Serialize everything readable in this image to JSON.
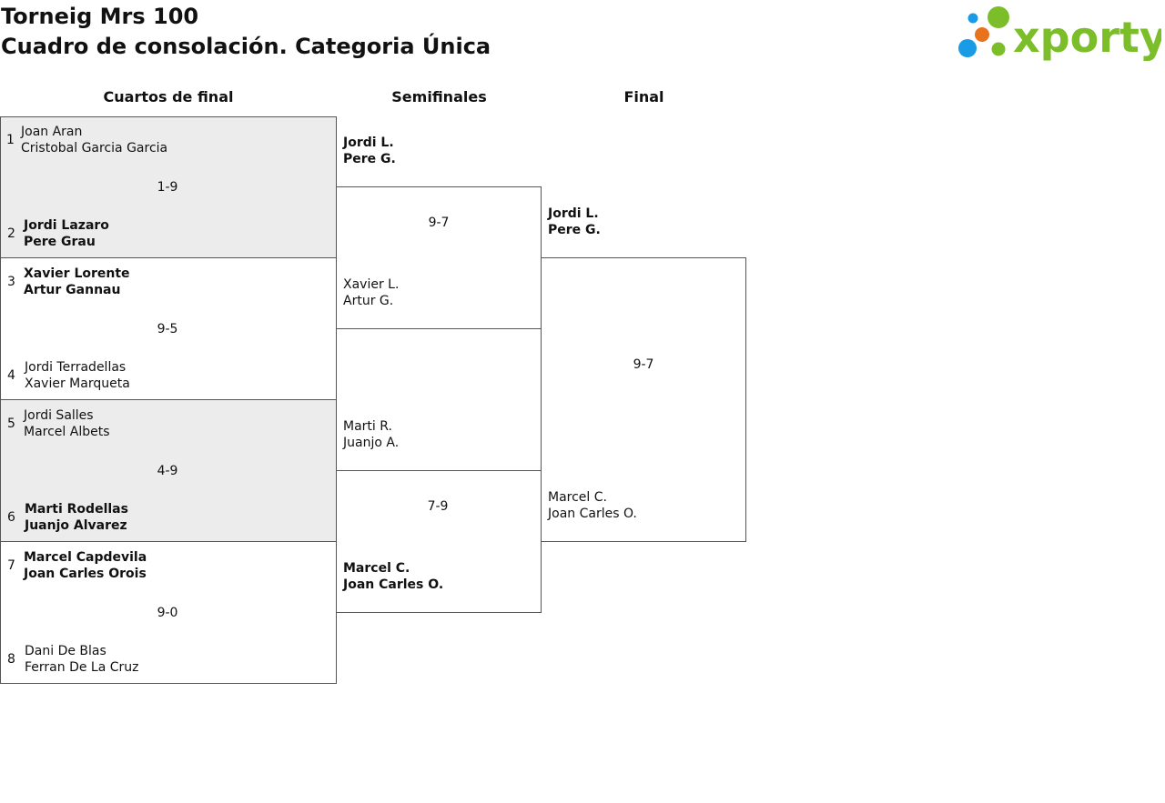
{
  "title_line1": "Torneig Mrs 100",
  "title_line2": "Cuadro de consolación. Categoria Única",
  "logo": {
    "text": "xporty",
    "colors": {
      "green": "#7cbd2a",
      "orange": "#e8731c",
      "blue": "#1a9be6"
    }
  },
  "rounds": [
    "Cuartos de final",
    "Semifinales",
    "Final"
  ],
  "quarterfinals": [
    {
      "seed_a": "1",
      "a1": "Joan Aran",
      "a2": "Cristobal Garcia Garcia",
      "score": "1-9",
      "seed_b": "2",
      "b1": "Jordi Lazaro",
      "b2": "Pere Grau"
    },
    {
      "seed_a": "3",
      "a1": "Xavier Lorente",
      "a2": "Artur Gannau",
      "score": "9-5",
      "seed_b": "4",
      "b1": "Jordi Terradellas",
      "b2": "Xavier Marqueta"
    },
    {
      "seed_a": "5",
      "a1": "Jordi Salles",
      "a2": "Marcel Albets",
      "score": "4-9",
      "seed_b": "6",
      "b1": "Marti Rodellas",
      "b2": "Juanjo Alvarez"
    },
    {
      "seed_a": "7",
      "a1": "Marcel Capdevila",
      "a2": "Joan Carles Orois",
      "score": "9-0",
      "seed_b": "8",
      "b1": "Dani De Blas",
      "b2": "Ferran De La Cruz"
    }
  ],
  "semifinals": [
    {
      "a1": "Jordi L.",
      "a2": "Pere G.",
      "score": "9-7",
      "b1": "Xavier L.",
      "b2": "Artur G."
    },
    {
      "a1": "Marti R.",
      "a2": "Juanjo A.",
      "score": "7-9",
      "b1": "Marcel C.",
      "b2": "Joan Carles O."
    }
  ],
  "final": {
    "a1": "Jordi L.",
    "a2": "Pere G.",
    "score": "9-7",
    "b1": "Marcel C.",
    "b2": "Joan Carles O."
  }
}
